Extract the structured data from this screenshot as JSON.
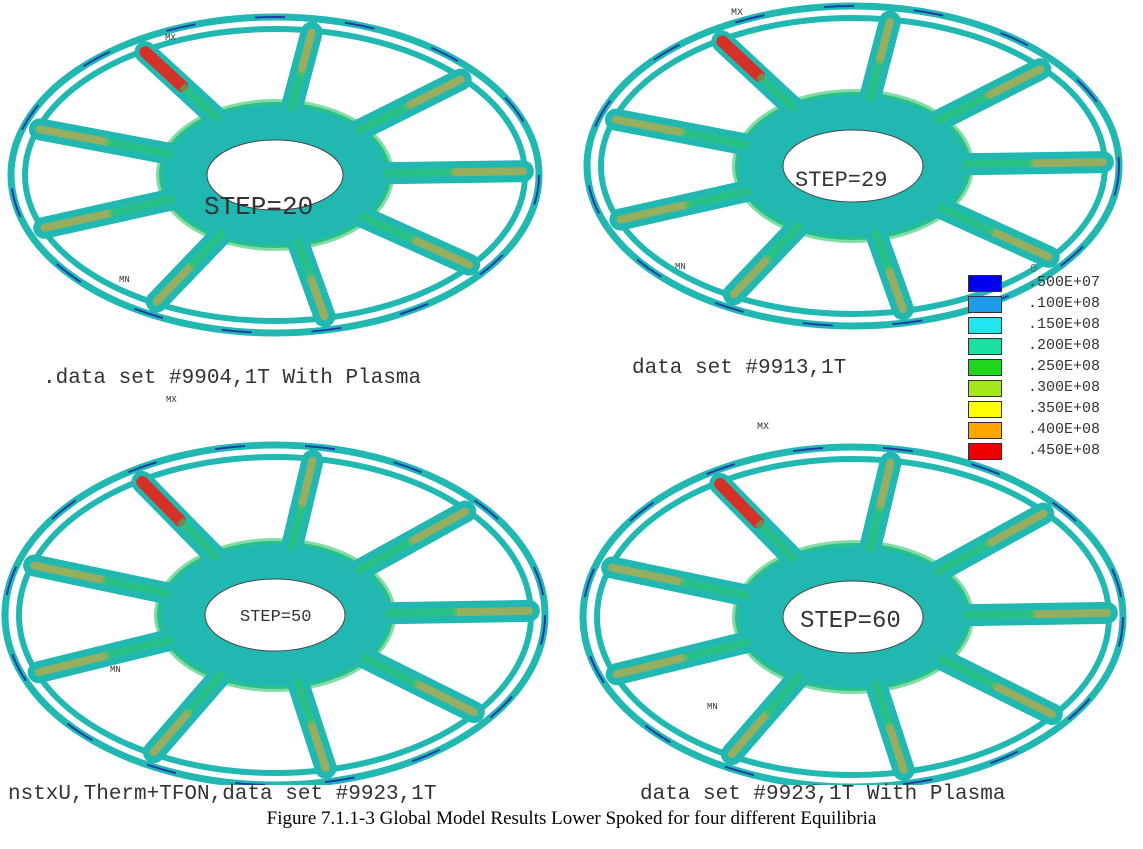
{
  "panels": [
    {
      "step_label": "STEP=20",
      "caption": ".data set #9904,1T With Plasma",
      "mx_label": "MX",
      "mn_label": "MN"
    },
    {
      "step_label": "STEP=29",
      "caption": "data set #9913,1T",
      "mx_label": "MX",
      "mn_label": "MN"
    },
    {
      "step_label": "STEP=50",
      "caption": "nstxU,Therm+TFON,data set #9923,1T",
      "mx_label": "MX",
      "mn_label": "MN"
    },
    {
      "step_label": "STEP=60",
      "caption": "data set #9923,1T With Plasma",
      "mx_label": "MX",
      "mn_label": "MN"
    }
  ],
  "legend": {
    "zero_label": "0",
    "entries": [
      {
        "label": ".500E+07",
        "color": "#0000ee"
      },
      {
        "label": ".100E+08",
        "color": "#1e9be8"
      },
      {
        "label": ".150E+08",
        "color": "#22e6ee"
      },
      {
        "label": ".200E+08",
        "color": "#1ae0a4"
      },
      {
        "label": ".250E+08",
        "color": "#1ed61e"
      },
      {
        "label": ".300E+08",
        "color": "#a6e61a"
      },
      {
        "label": ".350E+08",
        "color": "#ffff00"
      },
      {
        "label": ".400E+08",
        "color": "#ffa500"
      },
      {
        "label": ".450E+08",
        "color": "#ee0000"
      }
    ]
  },
  "figure_caption": "Figure 7.1.1-3 Global Model Results Lower Spoked  for four different Equilibria",
  "colors": {
    "base": "#22b8b2",
    "ring_dark": "#1f3da8",
    "mid": "#2fc46a",
    "hot": "#e8241a",
    "warm": "#f4a51c"
  }
}
